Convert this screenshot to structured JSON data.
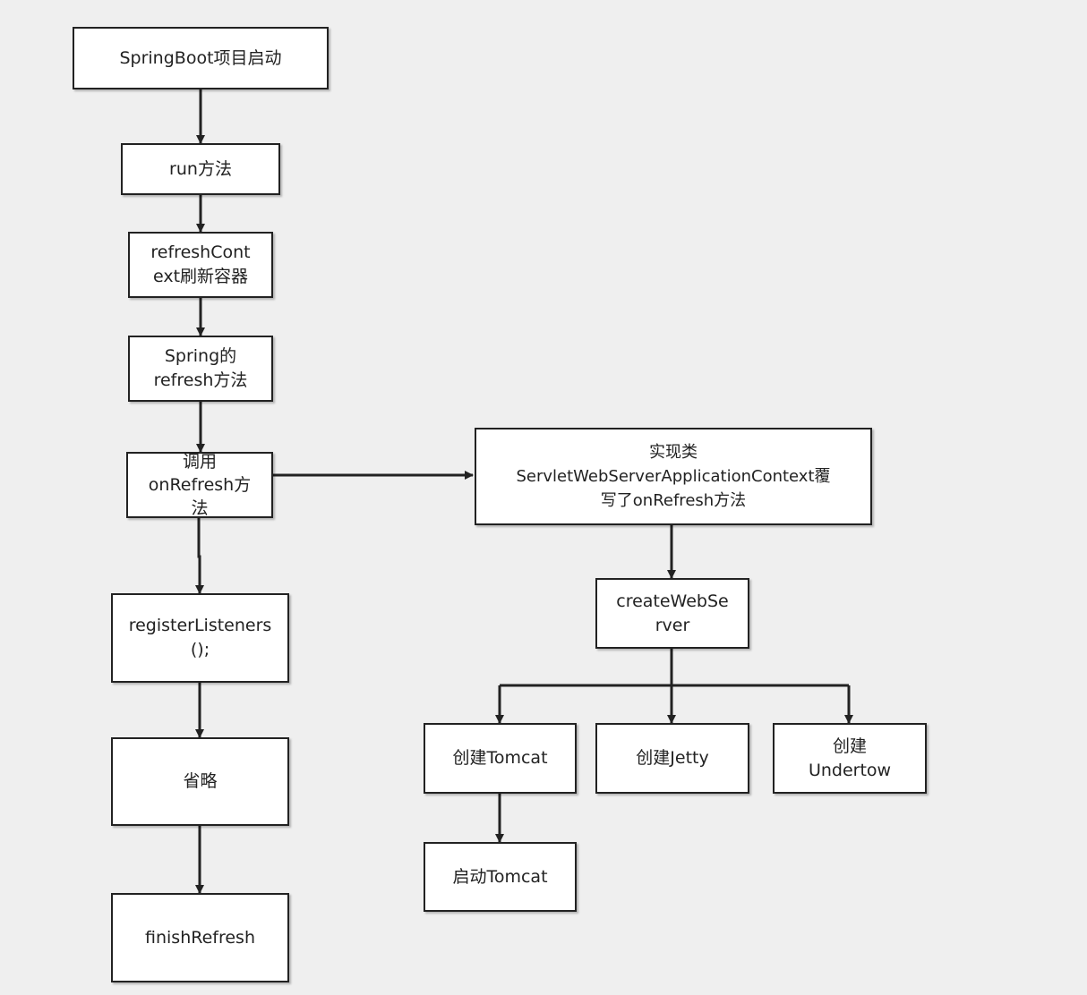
{
  "colors": {
    "background": "#efefef",
    "box_fill": "#ffffff",
    "line": "#222222",
    "text": "#222222"
  },
  "nodes": {
    "start": "SpringBoot项目启动",
    "run": "run方法",
    "refresh_context": "refreshCont\next刷新容器",
    "spring_refresh": "Spring的\nrefresh方法",
    "on_refresh": "调用\nonRefresh方\n法",
    "impl_class": "实现类\nServletWebServerApplicationContext覆\n写了onRefresh方法",
    "create_web_server": "createWebSe\nrver",
    "register_listeners": "registerListeners\n();",
    "omitted": "省略",
    "finish_refresh": "finishRefresh",
    "create_tomcat": "创建Tomcat",
    "create_jetty": "创建Jetty",
    "create_undertow": "创建\nUndertow",
    "start_tomcat": "启动Tomcat"
  }
}
